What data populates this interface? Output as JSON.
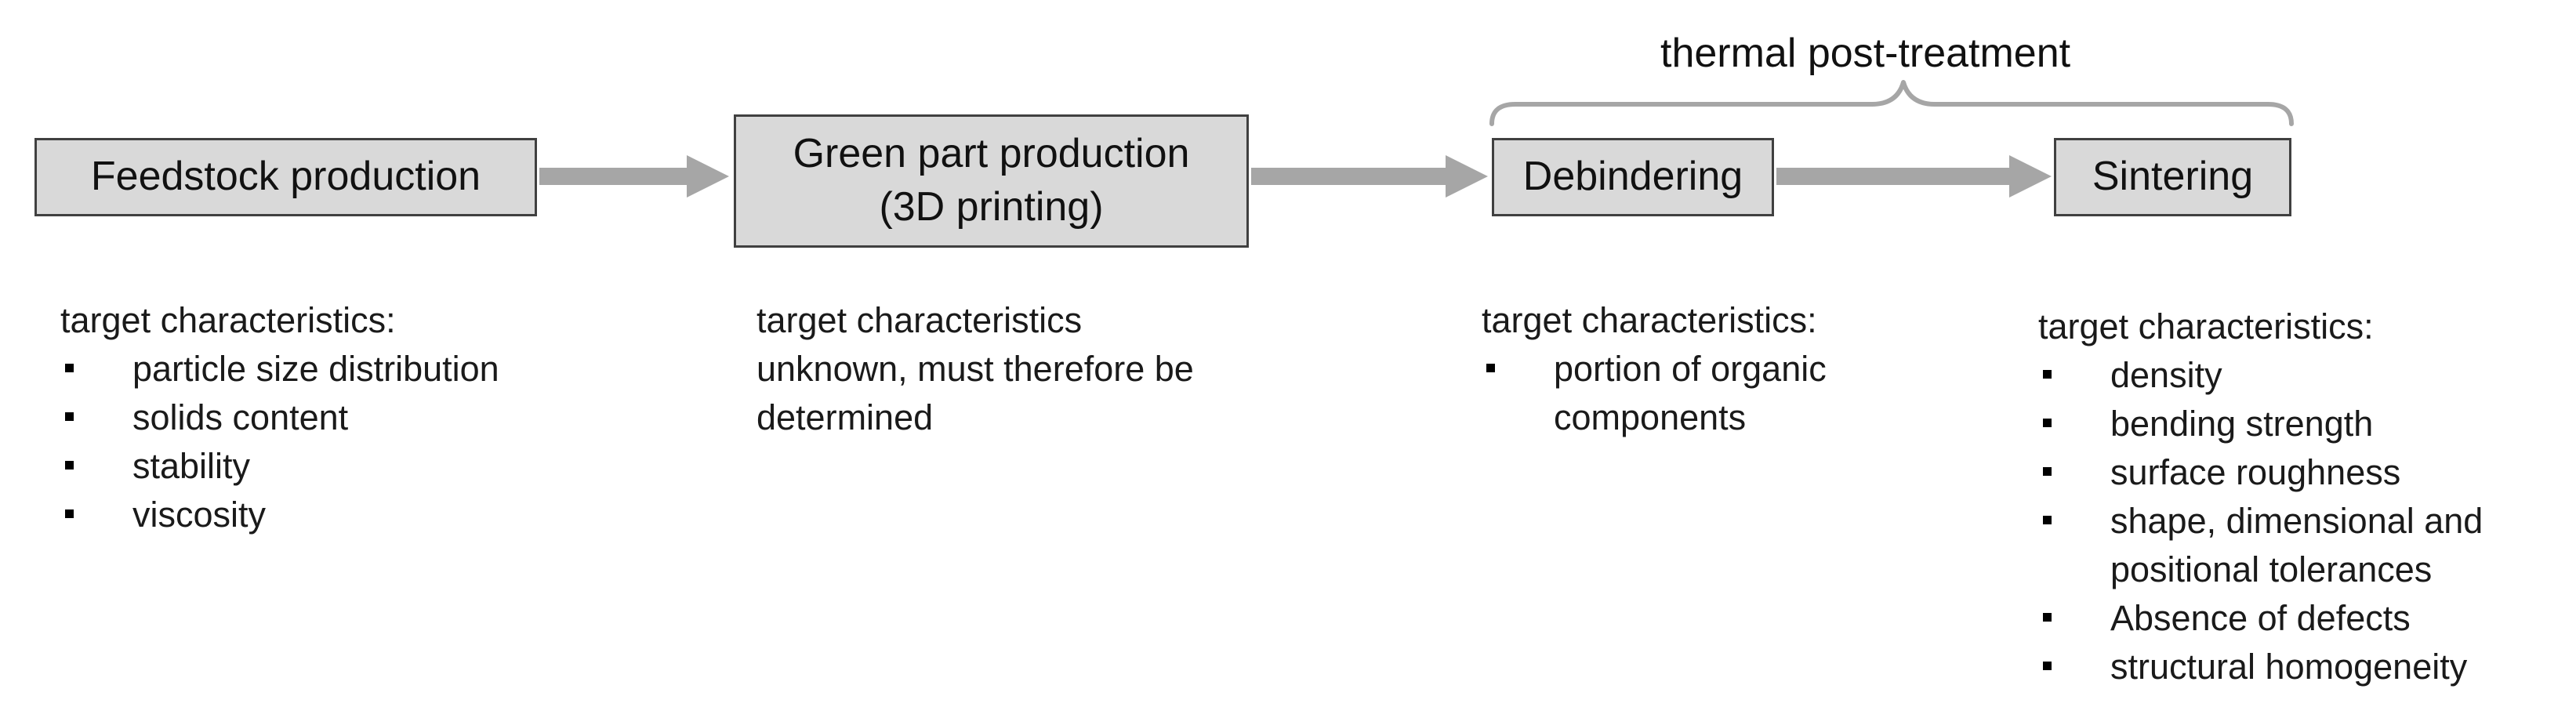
{
  "diagram": {
    "group_label": "thermal post-treatment",
    "steps": [
      {
        "lines": [
          "Feedstock production"
        ]
      },
      {
        "lines": [
          "Green part production",
          "(3D printing)"
        ]
      },
      {
        "lines": [
          "Debindering"
        ]
      },
      {
        "lines": [
          "Sintering"
        ]
      }
    ],
    "characteristics": [
      {
        "heading": "target characteristics:",
        "items": [
          "particle size distribution",
          "solids content",
          "stability",
          "viscosity"
        ]
      },
      {
        "lines": [
          "target characteristics",
          "unknown,  must therefore be",
          "determined"
        ]
      },
      {
        "heading": "target characteristics:",
        "items": [
          "portion of organic components"
        ]
      },
      {
        "heading": "target characteristics:",
        "items": [
          "density",
          "bending strength",
          "surface roughness",
          "shape, dimensional and positional tolerances",
          "Absence of defects",
          "structural  homogeneity"
        ]
      }
    ],
    "colors": {
      "box_fill": "#d9d9d9",
      "box_border": "#404040",
      "arrow": "#a6a6a6",
      "brace": "#a6a6a6",
      "text": "#1a1a1a"
    }
  }
}
